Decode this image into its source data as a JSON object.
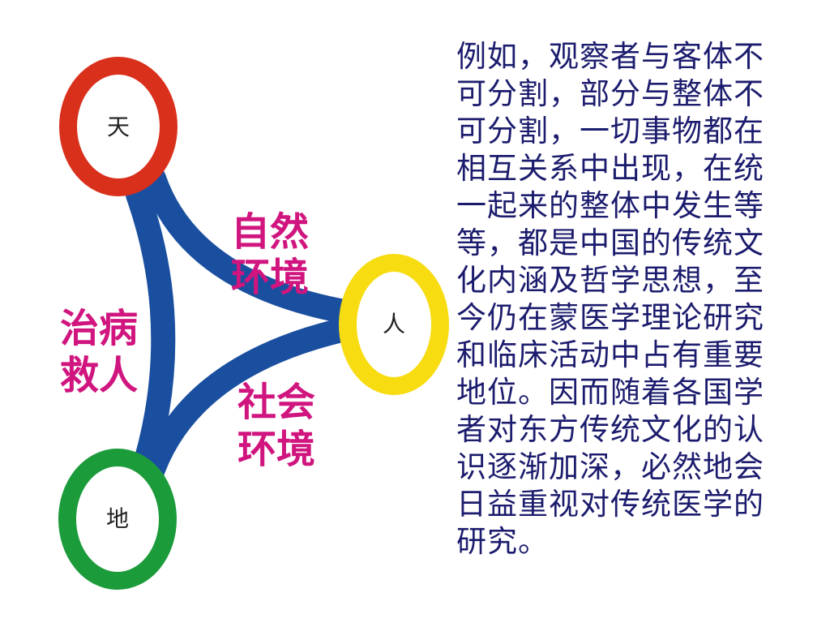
{
  "diagram": {
    "nodes": {
      "heaven": {
        "label": "天",
        "color": "#d9301c"
      },
      "human": {
        "label": "人",
        "color": "#f7dc12"
      },
      "earth": {
        "label": "地",
        "color": "#1c9b3b"
      }
    },
    "edge_color": "#1a4fa0",
    "edge_labels": {
      "natural_environment": [
        "自然",
        "环境"
      ],
      "social_environment": [
        "社会",
        "环境"
      ],
      "treat_disease": [
        "治病",
        "救人"
      ]
    }
  },
  "paragraph": {
    "text": "例如，观察者与客体不\n可分割，部分与整体不\n可分割，一切事物都在\n相互关系中出现，在统\n一起来的整体中发生等\n等，都是中国的传统文\n化内涵及哲学思想，至\n今仍在蒙医学理论研究\n和临床活动中占有重要\n地位。因而随着各国学\n者对东方传统文化的认\n识逐渐加深，必然地会\n日益重视对传统医学的\n研究。"
  }
}
